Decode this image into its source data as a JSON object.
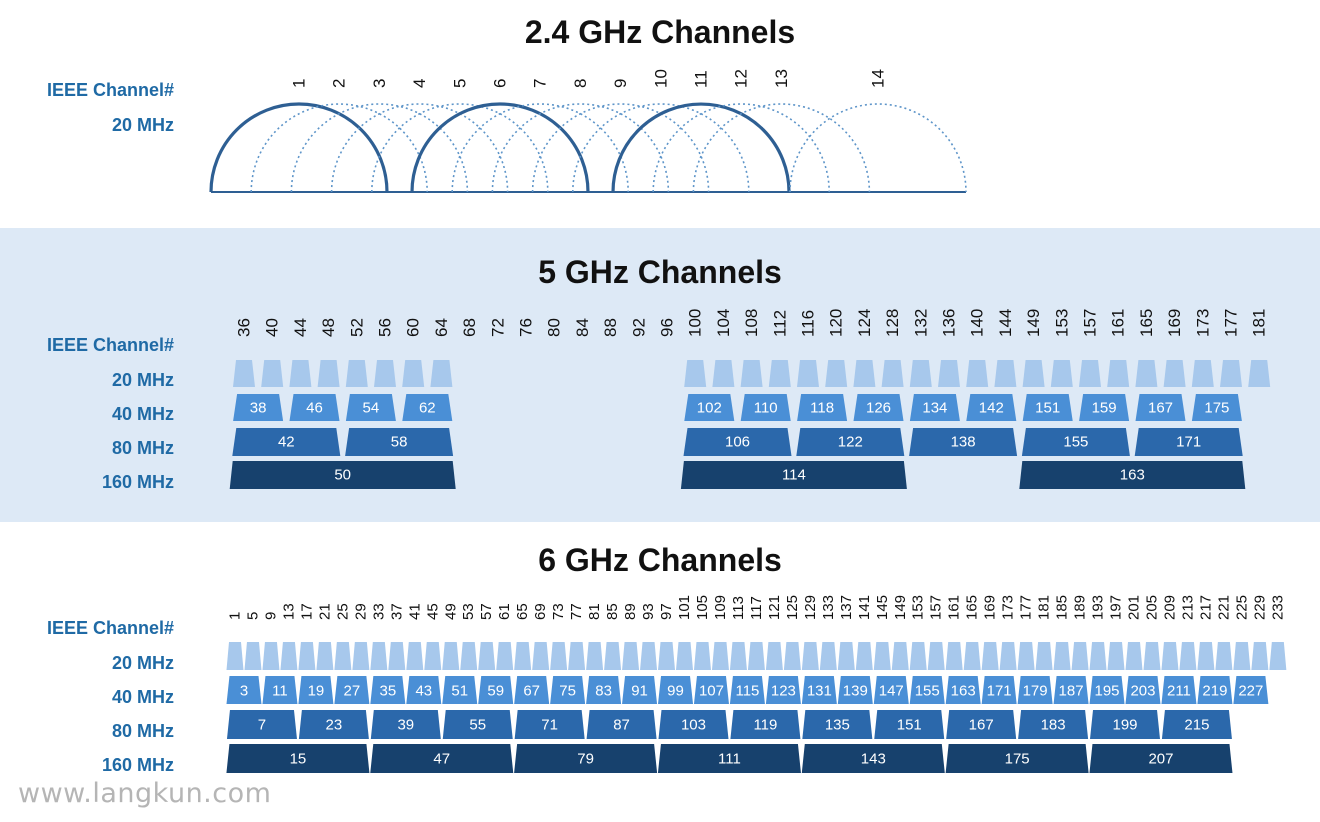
{
  "sections": {
    "ghz24": {
      "title": "2.4 GHz Channels",
      "labels": {
        "channel": "IEEE Channel#",
        "w20": "20 MHz"
      },
      "channels": [
        "1",
        "2",
        "3",
        "4",
        "5",
        "6",
        "7",
        "8",
        "9",
        "10",
        "11",
        "12",
        "13",
        "14"
      ],
      "non_overlapping": [
        "1",
        "6",
        "11"
      ]
    },
    "ghz5": {
      "title": "5 GHz Channels",
      "labels": {
        "channel": "IEEE Channel#",
        "w20": "20 MHz",
        "w40": "40 MHz",
        "w80": "80 MHz",
        "w160": "160 MHz"
      },
      "channel_numbers": [
        "36",
        "40",
        "44",
        "48",
        "52",
        "56",
        "60",
        "64",
        "68",
        "72",
        "76",
        "80",
        "84",
        "88",
        "92",
        "96",
        "100",
        "104",
        "108",
        "112",
        "116",
        "120",
        "124",
        "128",
        "132",
        "136",
        "140",
        "144",
        "149",
        "153",
        "157",
        "161",
        "165",
        "169",
        "173",
        "177",
        "181"
      ],
      "ch20": [
        "36",
        "40",
        "44",
        "48",
        "52",
        "56",
        "60",
        "64",
        "100",
        "104",
        "108",
        "112",
        "116",
        "120",
        "124",
        "128",
        "132",
        "136",
        "140",
        "144",
        "149",
        "153",
        "157",
        "161",
        "165",
        "169",
        "173",
        "177",
        "181"
      ],
      "ch40": [
        "38",
        "46",
        "54",
        "62",
        "102",
        "110",
        "118",
        "126",
        "134",
        "142",
        "151",
        "159",
        "167",
        "175"
      ],
      "ch80": [
        "42",
        "58",
        "106",
        "122",
        "138",
        "155",
        "171"
      ],
      "ch160": [
        "50",
        "114",
        "163"
      ]
    },
    "ghz6": {
      "title": "6 GHz Channels",
      "labels": {
        "channel": "IEEE Channel#",
        "w20": "20 MHz",
        "w40": "40 MHz",
        "w80": "80 MHz",
        "w160": "160 MHz"
      },
      "channel_numbers": [
        "1",
        "5",
        "9",
        "13",
        "17",
        "21",
        "25",
        "29",
        "33",
        "37",
        "41",
        "45",
        "49",
        "53",
        "57",
        "61",
        "65",
        "69",
        "73",
        "77",
        "81",
        "85",
        "89",
        "93",
        "97",
        "101",
        "105",
        "109",
        "113",
        "117",
        "121",
        "125",
        "129",
        "133",
        "137",
        "141",
        "145",
        "149",
        "153",
        "157",
        "161",
        "165",
        "169",
        "173",
        "177",
        "181",
        "185",
        "189",
        "193",
        "197",
        "201",
        "205",
        "209",
        "213",
        "217",
        "221",
        "225",
        "229",
        "233"
      ],
      "ch40": [
        "3",
        "11",
        "19",
        "27",
        "35",
        "43",
        "51",
        "59",
        "67",
        "75",
        "83",
        "91",
        "99",
        "107",
        "115",
        "123",
        "131",
        "139",
        "147",
        "155",
        "163",
        "171",
        "179",
        "187",
        "195",
        "203",
        "211",
        "219",
        "227"
      ],
      "ch80": [
        "7",
        "23",
        "39",
        "55",
        "71",
        "87",
        "103",
        "119",
        "135",
        "151",
        "167",
        "183",
        "199",
        "215"
      ],
      "ch160": [
        "15",
        "47",
        "79",
        "111",
        "143",
        "175",
        "207"
      ]
    }
  },
  "colors": {
    "band_bg": "#dde9f6",
    "label": "#1f6aa5",
    "w20": "#a7c8ec",
    "w40": "#4a8fd6",
    "w80": "#2b68ab",
    "w160": "#17416d",
    "arc": "#2e5f93",
    "arc_dotted": "#5e95c9"
  },
  "watermark": "www.langkun.com"
}
